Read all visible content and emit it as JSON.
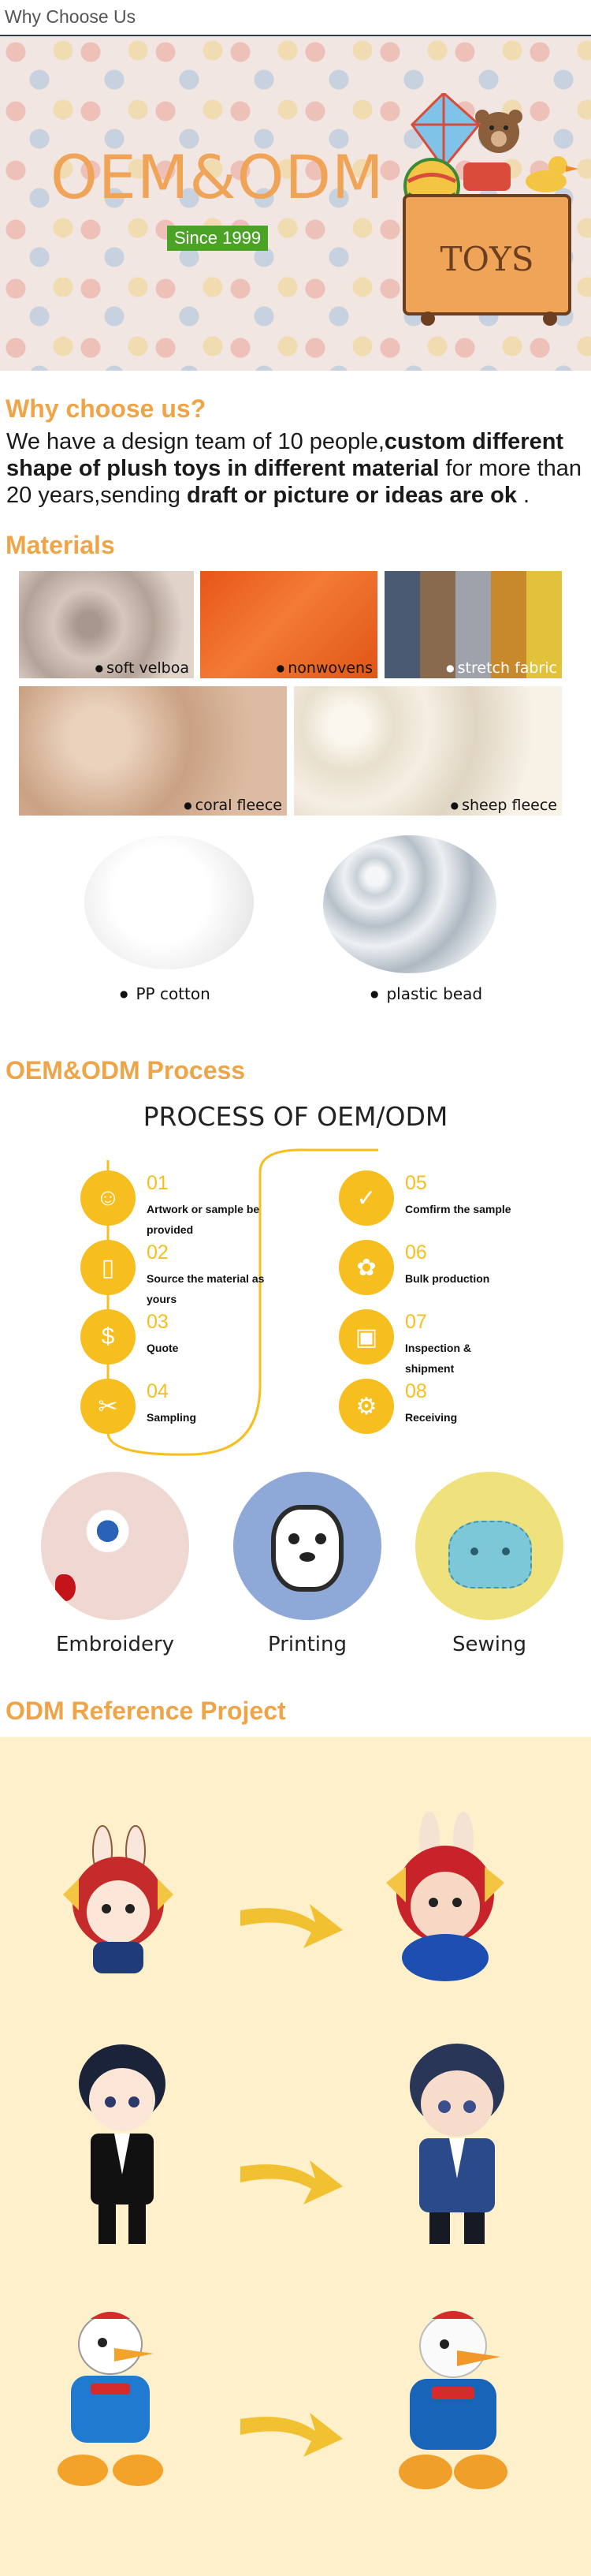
{
  "header": {
    "title": "Why Choose Us"
  },
  "hero": {
    "title": "OEM&ODM",
    "badge": "Since 1999",
    "box_text": "TOYS"
  },
  "why": {
    "heading": "Why choose us?",
    "text_1": "We have a design team of 10 people,",
    "text_2": "custom different shape of plush toys in different material",
    "text_3": " for more than 20 years,sending ",
    "text_4": "draft or picture or ideas are ok",
    "text_5": " ."
  },
  "materials": {
    "heading": "Materials",
    "items": [
      {
        "label": "soft velboa",
        "color": "#c9b9ae"
      },
      {
        "label": "nonwovens",
        "color": "#f0641f"
      },
      {
        "label": "stretch fabric",
        "color": "#8e8c8f"
      },
      {
        "label": "coral fleece",
        "color": "#d2ab8d"
      },
      {
        "label": "sheep fleece",
        "color": "#efe7d9"
      },
      {
        "label": "PP cotton",
        "color": "#f2f2f2"
      },
      {
        "label": "plastic bead",
        "color": "#c8d0d6"
      }
    ]
  },
  "process": {
    "heading": "OEM&ODM Process",
    "title": "PROCESS OF OEM/ODM",
    "steps": [
      {
        "num": "01",
        "text": "Artwork or sample be provided"
      },
      {
        "num": "02",
        "text": "Source the material as yours"
      },
      {
        "num": "03",
        "text": "Quote"
      },
      {
        "num": "04",
        "text": "Sampling"
      },
      {
        "num": "05",
        "text": "Comfirm the sample"
      },
      {
        "num": "06",
        "text": "Bulk production"
      },
      {
        "num": "07",
        "text": "Inspection & shipment"
      },
      {
        "num": "08",
        "text": "Receiving"
      }
    ],
    "accent": "#f7be20"
  },
  "techniques": [
    {
      "label": "Embroidery"
    },
    {
      "label": "Printing"
    },
    {
      "label": "Sewing"
    }
  ],
  "odm": {
    "heading": "ODM Reference Project",
    "background": "#fff0cc"
  },
  "colors": {
    "heading": "#f0a448",
    "hero_title": "#f0a458",
    "badge": "#4aa324"
  }
}
